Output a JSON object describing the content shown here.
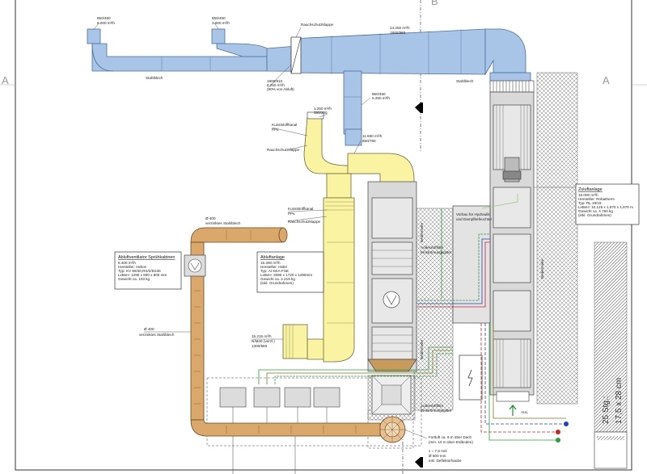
{
  "section_marks": {
    "left": "A",
    "right": "A",
    "top": "B"
  },
  "duct_labels": {
    "inlet_left_size": "850/450",
    "inlet_left_flow": "5.000 m³/h",
    "inlet_mid_size": "850/450",
    "inlet_mid_flow": "3.000 m³/h",
    "fire_damper_top": "Rauchschutzklappe",
    "main_duct_flow": "14.250 m³/h",
    "main_duct_size": "1800/960",
    "branch_size": "1800/910",
    "branch_flow": "8.250 m³/h",
    "branch_note": "(90% von Abluft)",
    "steel_sheet_1": "Stahlblech",
    "steel_sheet_2": "Stahlblech",
    "riser_size": "850/450",
    "riser_flow": "5.250 m³/h",
    "pp_duct_size": "1.250 m³/h",
    "pp_duct_size2": "350/200",
    "plastic_duct_1": "Kunststoffkanal",
    "plastic_duct_1b": "PPs",
    "fire_damper_2": "Rauchschutzklappe",
    "supply_flow": "11.650 m³/h",
    "supply_size": "850/750",
    "plastic_duct_2": "Kunststoffkanal",
    "plastic_duct_2b": "PPs",
    "fire_damper_3": "Rauchschutzklappe",
    "round_duct": "Ø 400",
    "round_duct_b": "verzinktes Stahlblech",
    "round_duct_2": "Ø 400",
    "round_duct_2b": "verzinktes Stahlblech",
    "lower_flow": "15.215 m³/h",
    "lower_note": "N/M40 (verzl.)",
    "lower_size": "1300/580",
    "service_left": "Bedienseite",
    "service_right": "Bedienseite",
    "service_bottom": "Bedienseite",
    "filter_top": "Außenluftfilter",
    "filter_top_b": "Einströmungsgitter",
    "filter_bottom": "Außenluftfilter",
    "filter_bottom_b": "Einströmungsgitter",
    "prep_box": "Vorbau für Hydraulik",
    "prep_box_b": "und Dampfbefeuchter",
    "aul": "AUL",
    "fan_roof": "Fortluft ca. 6 m über Dach",
    "fan_roof_b": "(min. 10 m über Erdboden)",
    "fan_roof_c": "v = 7,5 m/s",
    "fan_roof_d": "Ø    500 mm",
    "fan_roof_e": "inkl. Deflektorhaube"
  },
  "box_exhaust": {
    "title": "Abluftventilator Sprühkabinen",
    "lines": [
      "8.400 m³/h",
      "Hersteller: Helios",
      "Typ: KV 90/40,RS/2/D230",
      "LxBxH: 1290 x 800 x 800 mm",
      "Gewicht ca. 103 kg"
    ]
  },
  "box_exhaust_unit": {
    "title": "Abluftanlage",
    "lines": [
      "15.300 m³/h",
      "Hersteller: Hidel",
      "Typ: AI KEA-FSE",
      "LxBxH: 2090 x 1720 x 1490mm",
      "Gewicht ca. 2.215 kg",
      "(inkl. Grundrahmen)"
    ]
  },
  "box_supply_unit": {
    "title": "Zuluftanlage",
    "lines": [
      "15.000 m³/h",
      "Hersteller: Robatherm",
      "Typ: RL 19/19",
      "LxBxH: 10,125 x 1,870 x 1,870 m",
      "Gewicht ca. 4.750 kg",
      "(inkl. Grundrahmen)"
    ]
  },
  "title_block": {
    "line1": "25 Stg.:",
    "line2": "17,5 x 28 cm"
  },
  "colors": {
    "blue_duct": "#a8c4e6",
    "blue_stroke": "#4a6f9c",
    "yellow_duct": "#faf3a2",
    "yellow_stroke": "#6b6a3a",
    "brown_duct": "#d9a86a",
    "brown_stroke": "#6b4a22",
    "unit_grey": "#d9d9d9",
    "hatch": "#666666"
  }
}
